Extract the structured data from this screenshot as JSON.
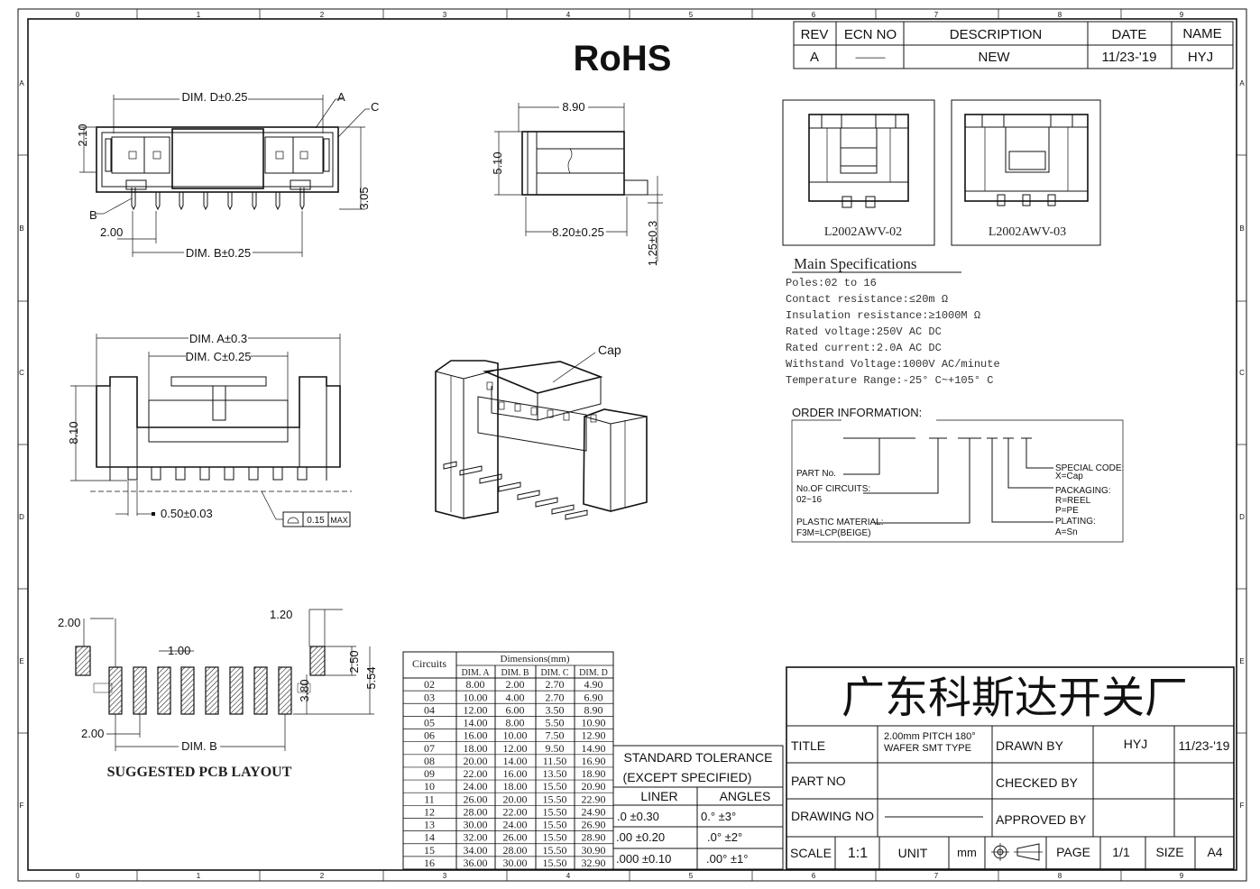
{
  "border": {
    "top_numbers": [
      "0",
      "1",
      "2",
      "3",
      "4",
      "5",
      "6",
      "7",
      "8",
      "9"
    ],
    "bottom_numbers": [
      "0",
      "1",
      "2",
      "3",
      "4",
      "5",
      "6",
      "7",
      "8",
      "9"
    ],
    "side_letters": [
      "A",
      "B",
      "C",
      "D",
      "E",
      "F"
    ]
  },
  "rohs": "RoHS",
  "revision": {
    "headers": [
      "REV",
      "ECN NO",
      "DESCRIPTION",
      "DATE",
      "NAME"
    ],
    "row": [
      "A",
      "———",
      "NEW",
      "11/23-'19",
      "HYJ"
    ]
  },
  "top_view": {
    "dim_d": "DIM. D±0.25",
    "dim_b": "DIM. B±0.25",
    "h_210": "2.10",
    "h_305": "3.05",
    "pitch": "2.00",
    "callout_a": "A",
    "callout_b": "B",
    "callout_c": "C"
  },
  "side_view": {
    "w_890": "8.90",
    "h_510": "5.10",
    "w_820": "8.20±0.25",
    "h_125": "1.25±0.3"
  },
  "front_view": {
    "dim_a": "DIM. A±0.3",
    "dim_c": "DIM. C±0.25",
    "h_810": "8.10",
    "pin": "0.50±0.03",
    "flatness": "0.15",
    "flatness_max": "MAX"
  },
  "iso_view": {
    "cap_label": "Cap"
  },
  "models": [
    "L2002AWV-02",
    "L2002AWV-03"
  ],
  "specs": {
    "title": "Main Specifications",
    "lines": [
      "Poles:02 to 16",
      "Contact resistance:≤20m Ω",
      "Insulation resistance:≥1000M Ω",
      "Rated voltage:250V AC DC",
      "Rated current:2.0A AC DC",
      "Withstand Voltage:1000V AC/minute",
      "Temperature Range:-25° C~+105° C"
    ]
  },
  "order": {
    "title": "ORDER INFORMATION:",
    "part_no": "PART No.",
    "circuits_label": "No.OF CIRCUITS:",
    "circuits_value": "02~16",
    "material_label": "PLASTIC MATERIAL:",
    "material_value": "F3M=LCP(BEIGE)",
    "special_label": "SPECIAL CODE:",
    "special_value": "X=Cap",
    "packaging_label": "PACKAGING:",
    "packaging_r": "R=REEL",
    "packaging_p": "P=PE",
    "plating_label": "PLATING:",
    "plating_value": "A=Sn"
  },
  "pcb": {
    "d200_top": "2.00",
    "d120": "1.20",
    "d100": "1.00",
    "d250": "2.50",
    "d380": "3.80",
    "d554": "5.54",
    "d200_bottom": "2.00",
    "dim_b": "DIM. B",
    "title": "SUGGESTED PCB LAYOUT"
  },
  "dim_table": {
    "col_circuits": "Circuits",
    "col_dims": "Dimensions(mm)",
    "headers": [
      "DIM. A",
      "DIM. B",
      "DIM. C",
      "DIM. D"
    ],
    "rows": [
      [
        "02",
        "8.00",
        "2.00",
        "2.70",
        "4.90"
      ],
      [
        "03",
        "10.00",
        "4.00",
        "2.70",
        "6.90"
      ],
      [
        "04",
        "12.00",
        "6.00",
        "3.50",
        "8.90"
      ],
      [
        "05",
        "14.00",
        "8.00",
        "5.50",
        "10.90"
      ],
      [
        "06",
        "16.00",
        "10.00",
        "7.50",
        "12.90"
      ],
      [
        "07",
        "18.00",
        "12.00",
        "9.50",
        "14.90"
      ],
      [
        "08",
        "20.00",
        "14.00",
        "11.50",
        "16.90"
      ],
      [
        "09",
        "22.00",
        "16.00",
        "13.50",
        "18.90"
      ],
      [
        "10",
        "24.00",
        "18.00",
        "15.50",
        "20.90"
      ],
      [
        "11",
        "26.00",
        "20.00",
        "15.50",
        "22.90"
      ],
      [
        "12",
        "28.00",
        "22.00",
        "15.50",
        "24.90"
      ],
      [
        "13",
        "30.00",
        "24.00",
        "15.50",
        "26.90"
      ],
      [
        "14",
        "32.00",
        "26.00",
        "15.50",
        "28.90"
      ],
      [
        "15",
        "34.00",
        "28.00",
        "15.50",
        "30.90"
      ],
      [
        "16",
        "36.00",
        "30.00",
        "15.50",
        "32.90"
      ]
    ]
  },
  "tolerance": {
    "title1": "STANDARD TOLERANCE",
    "title2": "(EXCEPT  SPECIFIED)",
    "h_liner": "LINER",
    "h_angles": "ANGLES",
    "rows": [
      [
        ".0   ±0.30",
        "0.°  ±3°"
      ],
      [
        ".00  ±0.20",
        ".0°  ±2°"
      ],
      [
        ".000 ±0.10",
        ".00° ±1°"
      ]
    ]
  },
  "title_block": {
    "company": "广东科斯达开关厂",
    "title_label": "TITLE",
    "title_value_1": "2.00mm PITCH 180°",
    "title_value_2": "WAFER SMT TYPE",
    "drawn_by": "DRAWN BY",
    "drawn_name": "HYJ",
    "drawn_date": "11/23-'19",
    "part_no": "PART NO",
    "checked_by": "CHECKED BY",
    "drawing_no": "DRAWING NO",
    "approved_by": "APPROVED BY",
    "scale_label": "SCALE",
    "scale_value": "1:1",
    "unit_label": "UNIT",
    "unit_value": "mm",
    "page_label": "PAGE",
    "page_value": "1/1",
    "size_label": "SIZE",
    "size_value": "A4"
  }
}
